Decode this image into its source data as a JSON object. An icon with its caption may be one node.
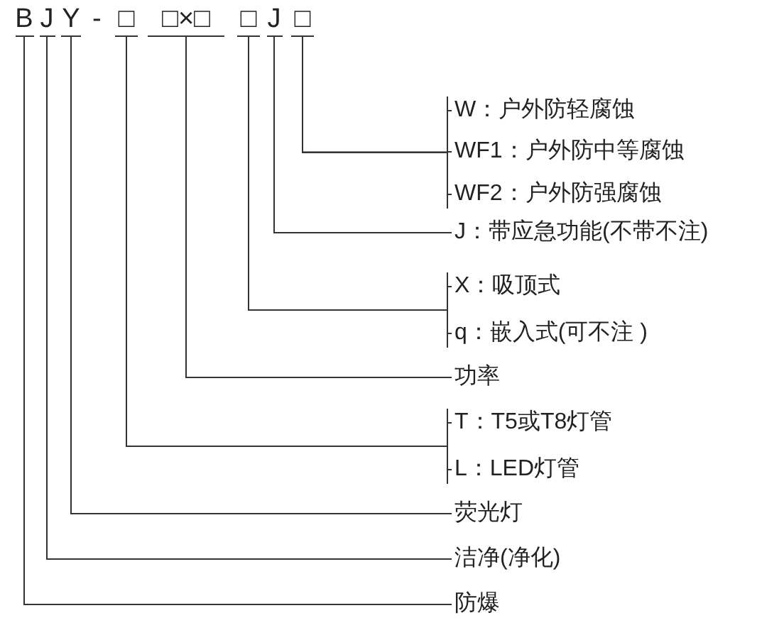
{
  "diagram": {
    "nodes": [
      {
        "text": [
          "B"
        ]
      },
      {
        "text": [
          "J"
        ]
      },
      {
        "text": [
          "Y"
        ]
      },
      {
        "text": [
          "□"
        ]
      },
      {
        "text": [
          "□×□"
        ]
      },
      {
        "text": [
          "□"
        ]
      },
      {
        "text": [
          "J"
        ]
      },
      {
        "text": [
          "□"
        ]
      },
      {
        "text": [
          "W：户外防轻腐蚀"
        ]
      },
      {
        "text": [
          "WF1：户外防中等腐蚀"
        ]
      },
      {
        "text": [
          "WF2：户外防强腐蚀"
        ]
      },
      {
        "text": [
          "J：带应急功能(不带不注)"
        ]
      },
      {
        "text": [
          "X：吸顶式"
        ]
      },
      {
        "text": [
          "q：嵌入式(可不注 )"
        ]
      },
      {
        "text": [
          "功率"
        ]
      },
      {
        "text": [
          "T：T5或T8灯管"
        ]
      },
      {
        "text": [
          "L：LED灯管"
        ]
      },
      {
        "text": [
          "荧光灯"
        ]
      },
      {
        "text": [
          "洁净(净化)"
        ]
      },
      {
        "text": [
          "防爆"
        ]
      }
    ],
    "edges": [
      {
        "from": 7,
        "to": 8,
        "arrow": "none"
      },
      {
        "from": 7,
        "to": 9,
        "arrow": "none"
      },
      {
        "from": 7,
        "to": 10,
        "arrow": "none"
      },
      {
        "from": 6,
        "to": 11,
        "arrow": "none"
      },
      {
        "from": 5,
        "to": 12,
        "arrow": "none"
      },
      {
        "from": 5,
        "to": 13,
        "arrow": "none"
      },
      {
        "from": 4,
        "to": 14,
        "arrow": "none"
      },
      {
        "from": 3,
        "to": 15,
        "arrow": "none"
      },
      {
        "from": 3,
        "to": 16,
        "arrow": "none"
      },
      {
        "from": 2,
        "to": 17,
        "arrow": "none"
      },
      {
        "from": 1,
        "to": 18,
        "arrow": "none"
      },
      {
        "from": 0,
        "to": 19,
        "arrow": "none"
      }
    ],
    "labels": [
      "-"
    ]
  }
}
